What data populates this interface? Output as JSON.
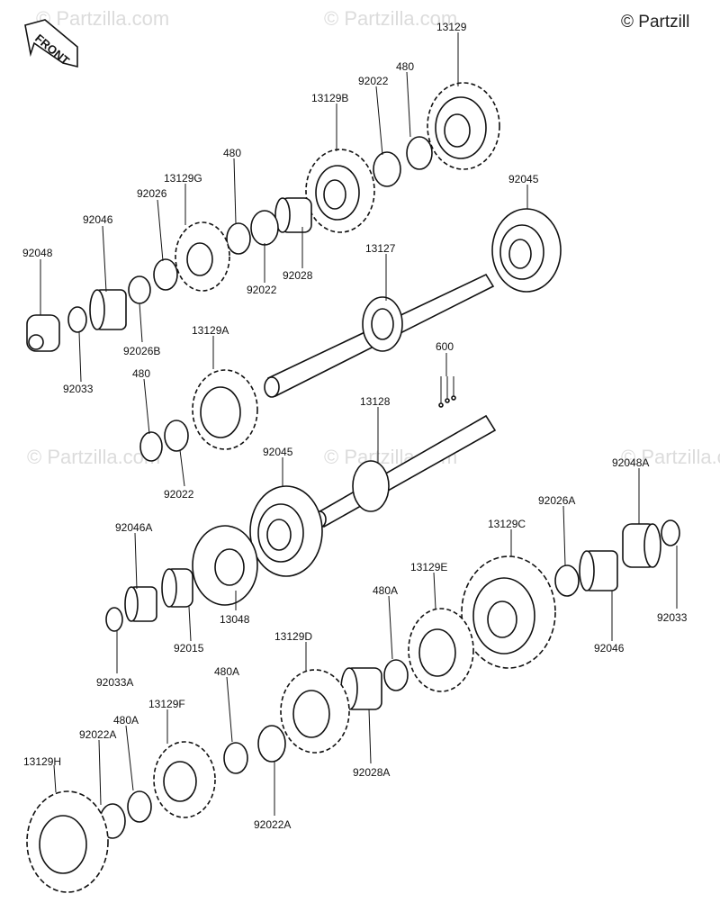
{
  "watermark": {
    "text": "© Partzilla.com"
  },
  "copyright": "© Partzill",
  "front_label": "FRONT",
  "part_labels": [
    "13129",
    "480",
    "92022",
    "13129B",
    "480",
    "13129G",
    "92026",
    "92046",
    "92048",
    "92045",
    "13127",
    "92028",
    "92022",
    "92026B",
    "92033",
    "13129A",
    "480",
    "600",
    "92022",
    "13128",
    "92045",
    "92048A",
    "92046A",
    "92026A",
    "13129C",
    "13129E",
    "480A",
    "13048",
    "92015",
    "92033",
    "92046",
    "92033A",
    "13129D",
    "480A",
    "13129F",
    "480A",
    "92022A",
    "92028A",
    "13129H",
    "92022A"
  ]
}
